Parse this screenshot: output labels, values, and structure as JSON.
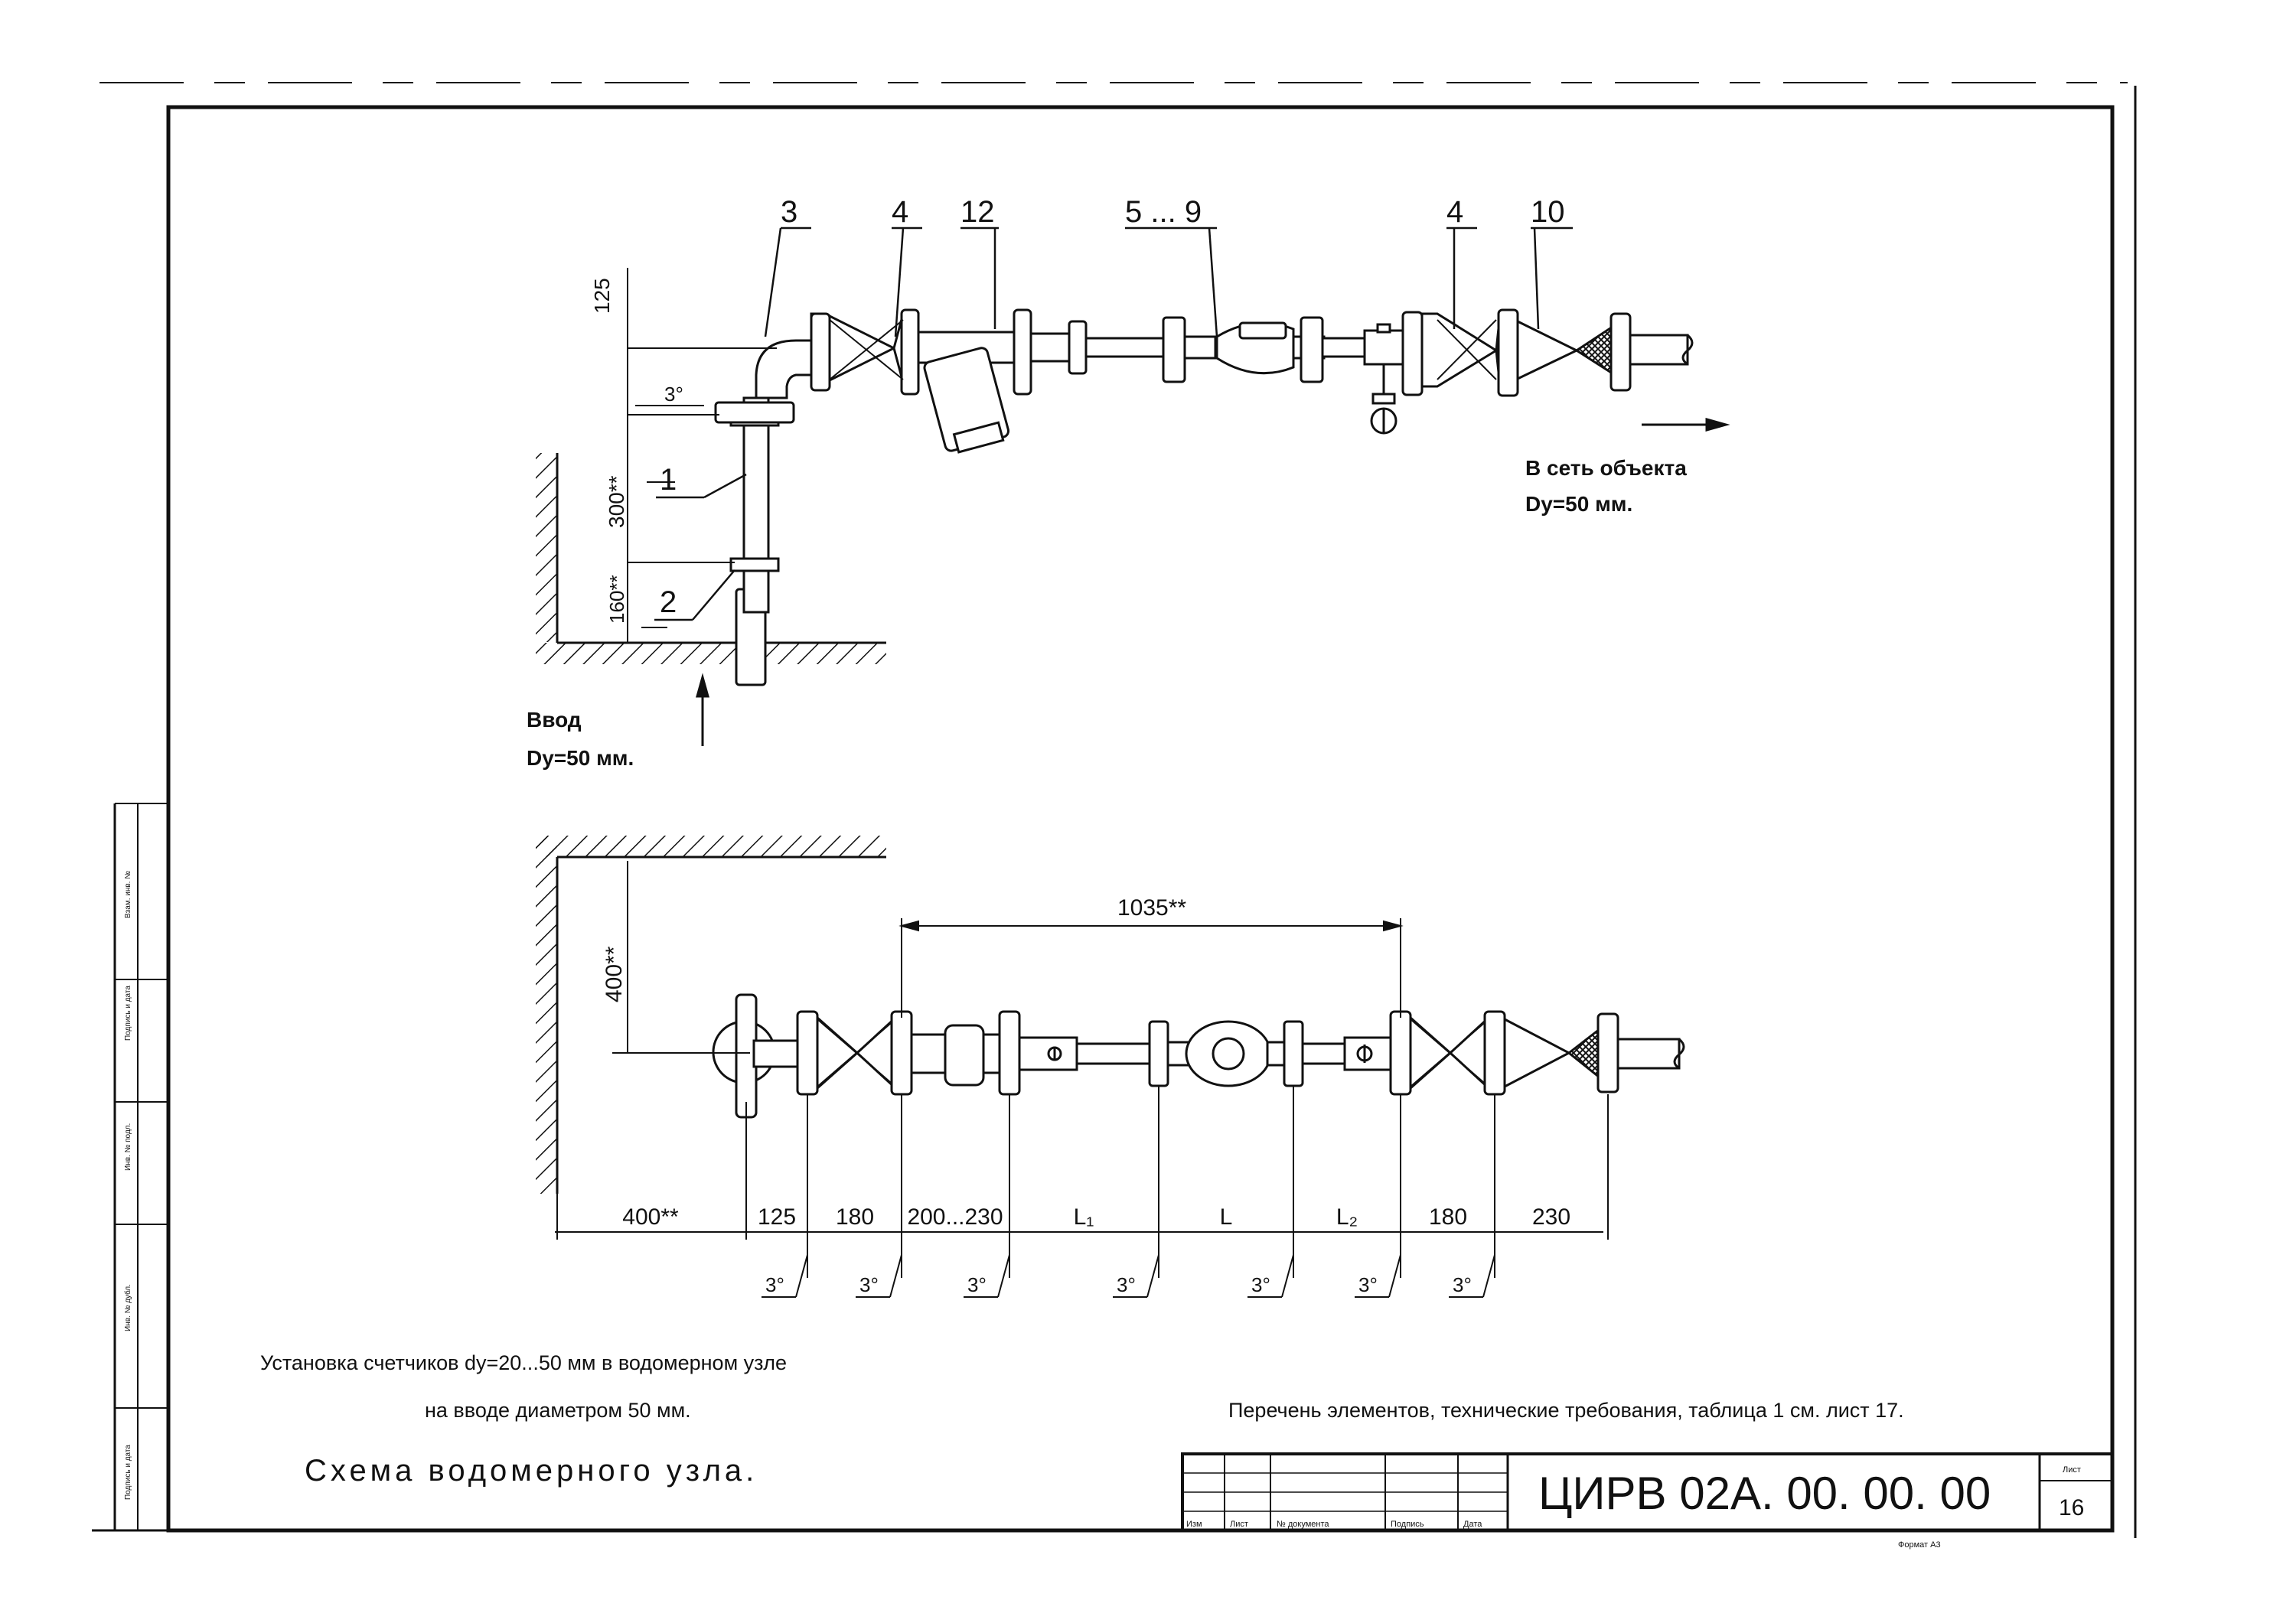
{
  "callouts": {
    "item_3": "3",
    "item_4_left": "4",
    "item_12": "12",
    "item_5_9": "5 ... 9",
    "item_4_right": "4",
    "item_10": "10",
    "item_1": "1",
    "item_2": "2"
  },
  "top_dims": {
    "d125": "125",
    "d300": "300**",
    "d160": "160**",
    "angle": "3°"
  },
  "labels": {
    "outlet_line1": "В сеть объекта",
    "outlet_line2": "Dy=50 мм.",
    "inlet_line1": "Ввод",
    "inlet_line2": "Dy=50 мм."
  },
  "bottom_dims": {
    "total": "1035**",
    "wall": "400**",
    "segments": [
      "400**",
      "125",
      "180",
      "200...230",
      "L₁",
      "L",
      "L₂",
      "180",
      "230"
    ],
    "angles": [
      "3°",
      "3°",
      "3°",
      "3°",
      "3°",
      "3°",
      "3°"
    ]
  },
  "notes": {
    "caption_line1": "Установка счетчиков dy=20...50 мм в водомерном узле",
    "caption_line2": "на вводе диаметром 50 мм.",
    "title": "Схема водомерного узла.",
    "reference": "Перечень элементов, технические требования, таблица 1 см. лист 17."
  },
  "title_block": {
    "doc_code": "ЦИРВ 02А. 00. 00. 00",
    "sheet_label": "Лист",
    "sheet_number": "16",
    "col_izm": "Изм",
    "col_list": "Лист",
    "col_doc": "№ документа",
    "col_sign": "Подпись",
    "col_date": "Дата",
    "format": "Формат А3"
  },
  "side_stamp": [
    "Взам. инв. №",
    "Подпись и дата",
    "Инв. № подл.",
    "Инв. № дубл.",
    "Подпись и дата"
  ]
}
